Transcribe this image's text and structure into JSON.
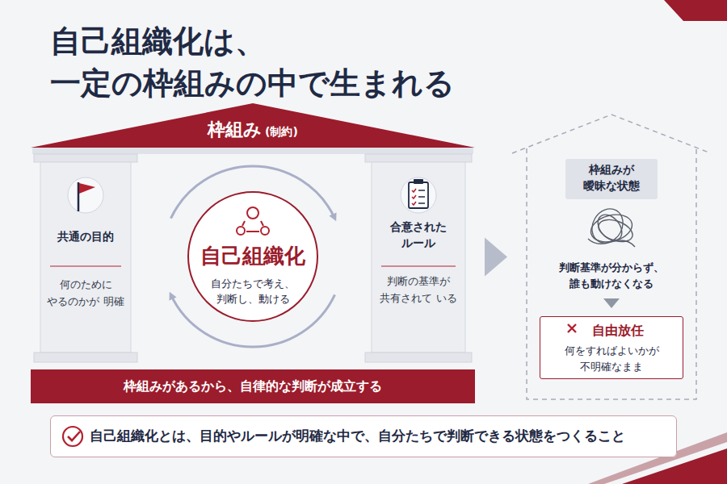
{
  "diagram": {
    "title": "自己組織化は、 一定の枠組みの中で生まれる",
    "nodes": [
      {
        "text": [
          "枠組み",
          "(制約)"
        ]
      },
      {
        "text": [
          "共通の目的",
          "何のために やるのかが 明確"
        ],
        "in": 0
      },
      {
        "text": [
          "自己組織化",
          "自分たちで考え、 判断し、動ける"
        ],
        "in": 0
      },
      {
        "text": [
          "合意された ルール",
          "判断の基準が 共有されて いる"
        ],
        "in": 0
      },
      {
        "text": [
          "枠組みがあるから、自律的な判断が成立する"
        ],
        "in": 0
      },
      {
        "text": [
          "枠組みが 曖昧な状態",
          "判断基準が分からず、 誰も動けなくなる"
        ]
      },
      {
        "text": [
          "自由放任",
          "何をすればよいかが 不明確なまま"
        ],
        "in": 5
      },
      {
        "text": [
          "自己組織化とは、目的やルールが明確な中で、自分たちで判断できる状態をつくること"
        ]
      }
    ],
    "edges": [
      {
        "from": 0,
        "to": 5,
        "arrow": "to"
      }
    ]
  }
}
